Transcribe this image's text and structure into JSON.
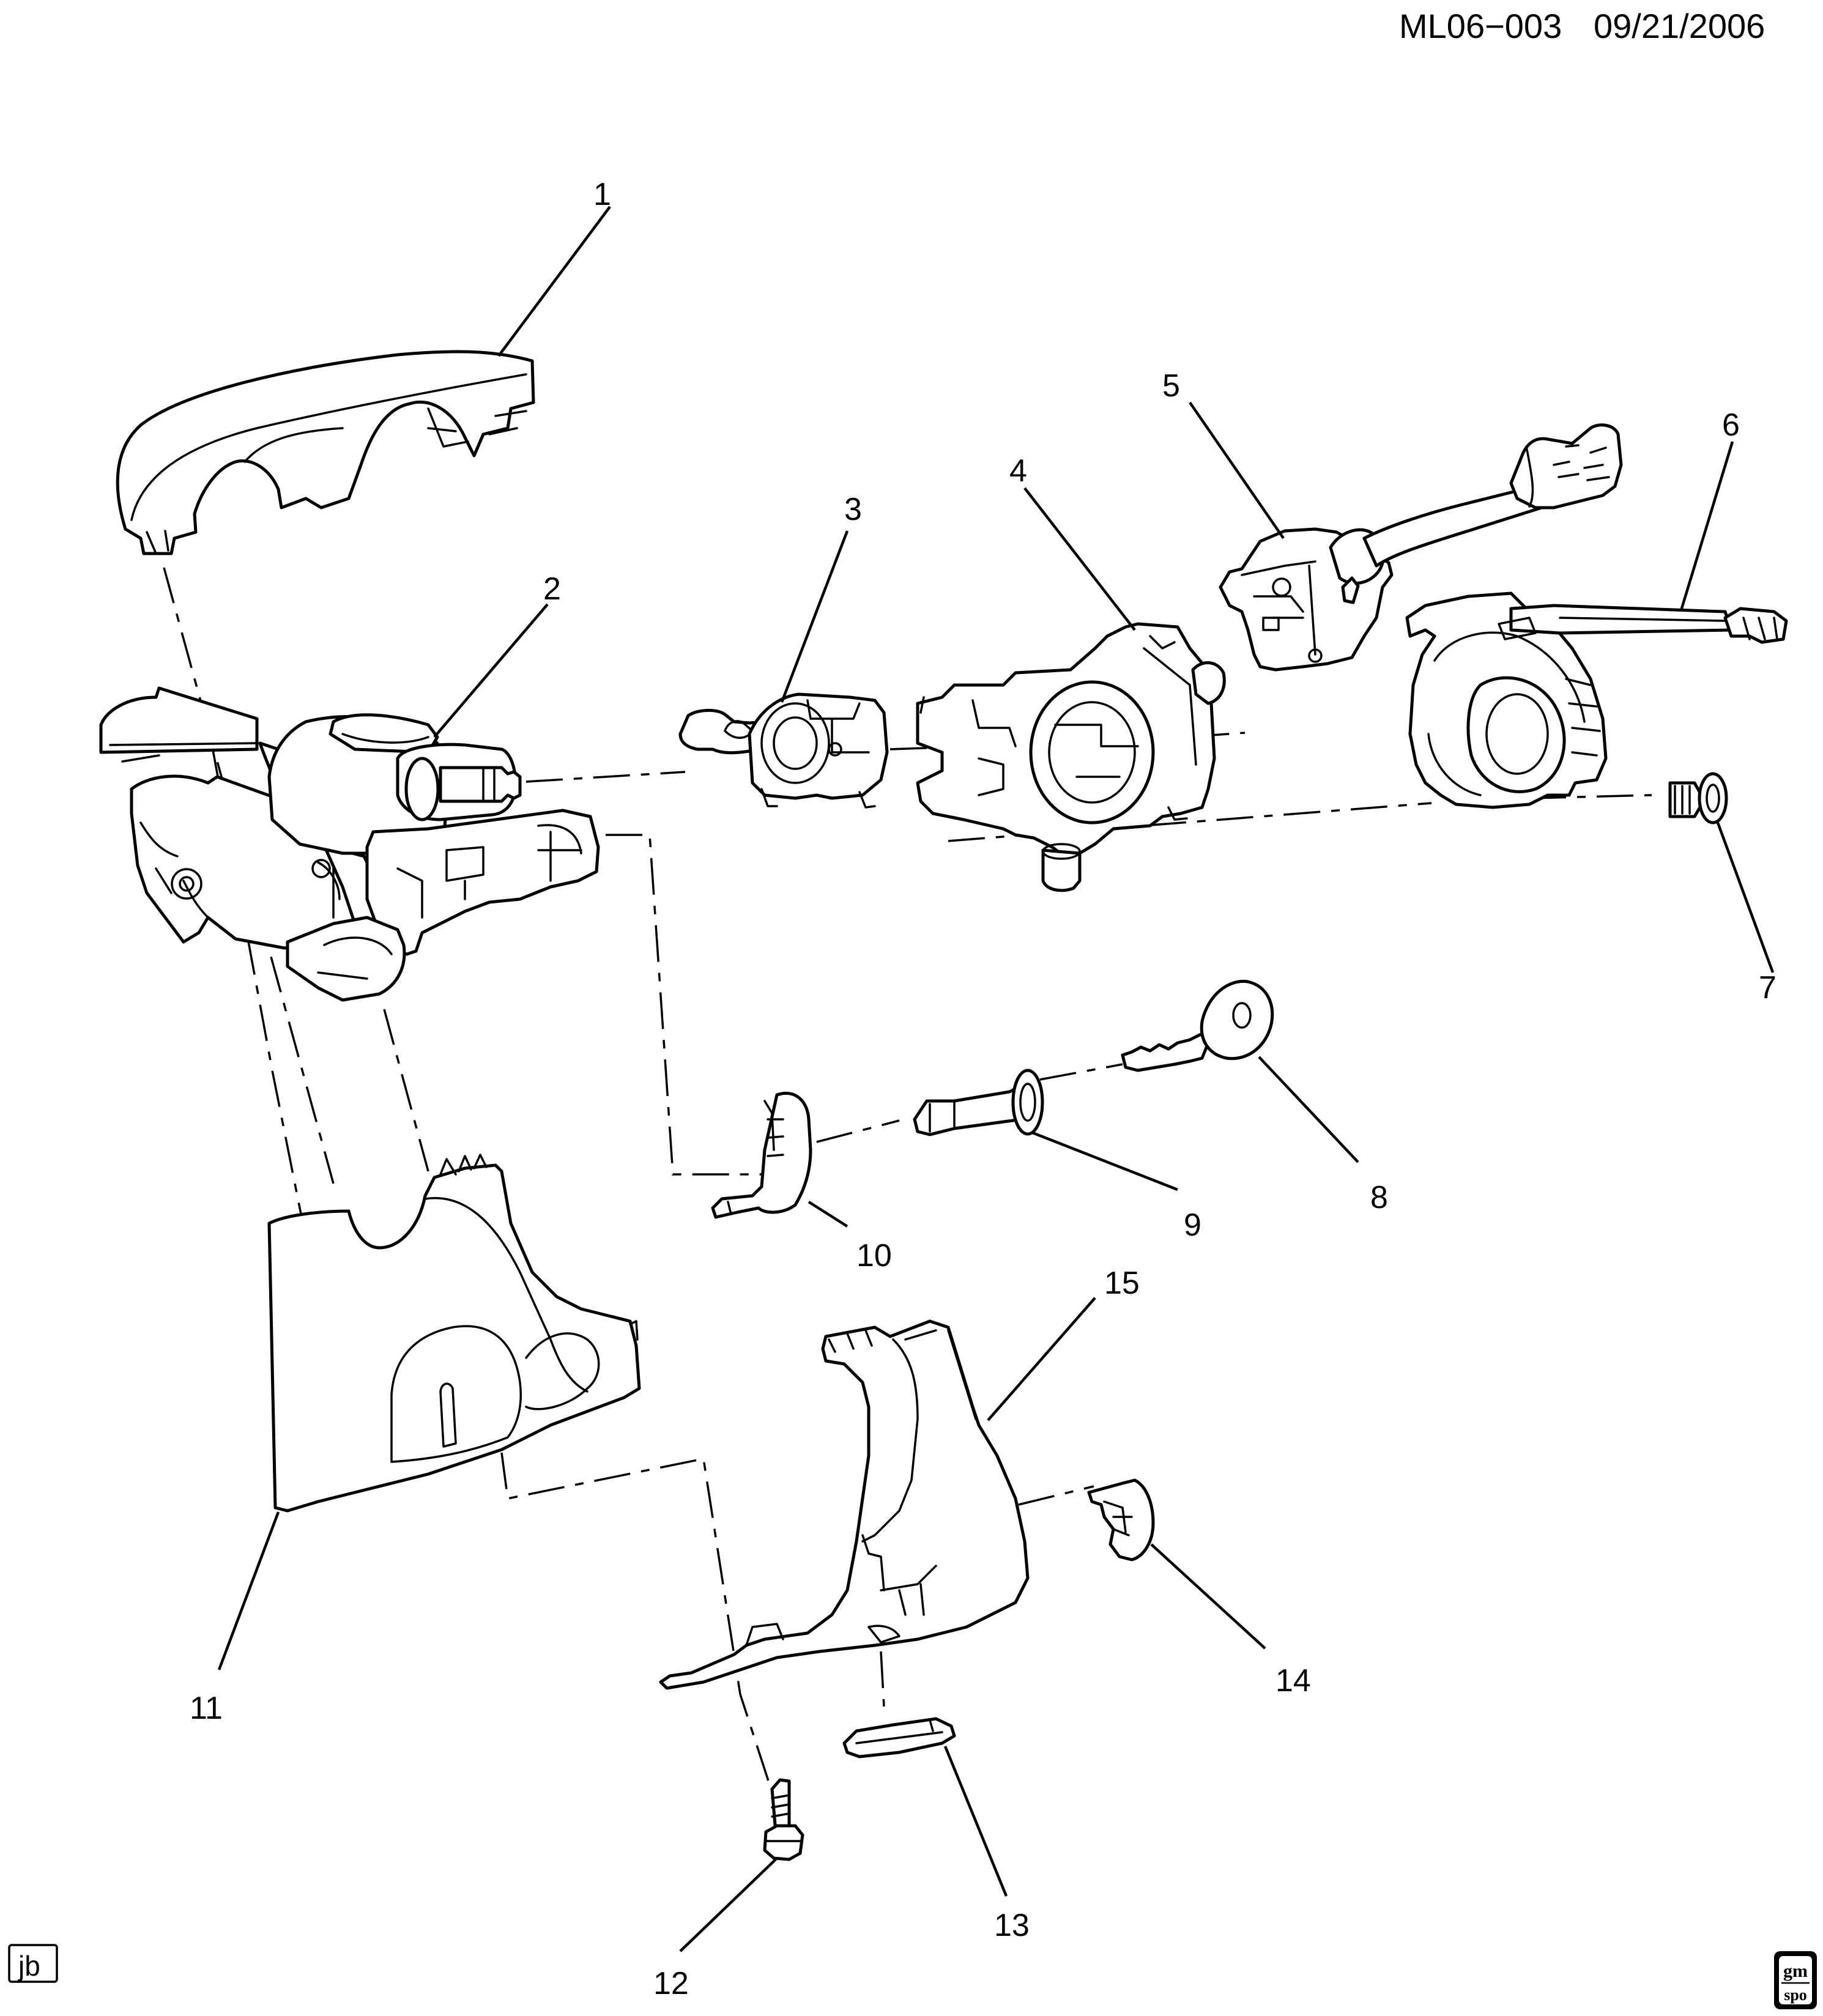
{
  "header": {
    "code": "ML06−003",
    "date": "09/21/2006"
  },
  "corner_tag": "jb",
  "logo": {
    "line1": "gm",
    "line2": "spo"
  },
  "callouts": [
    "1",
    "2",
    "3",
    "4",
    "5",
    "6",
    "7",
    "8",
    "9",
    "10",
    "11",
    "12",
    "13",
    "14",
    "15"
  ]
}
